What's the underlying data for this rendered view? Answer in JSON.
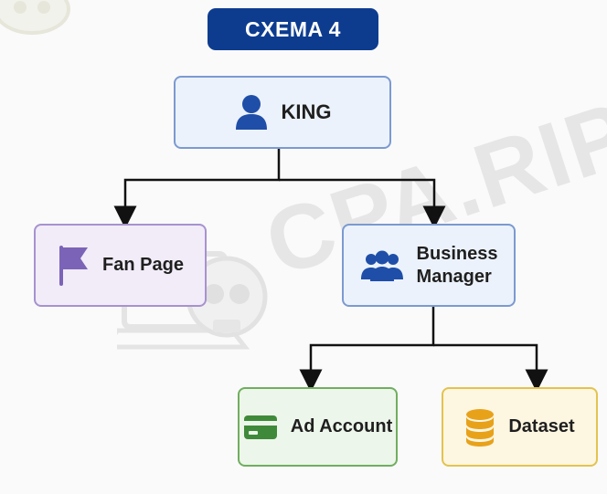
{
  "title": "CXEMA 4",
  "watermark": "CPA.RIP",
  "nodes": {
    "king": {
      "label": "KING",
      "icon": "user-icon",
      "color": "#1f4ea8"
    },
    "fan_page": {
      "label": "Fan Page",
      "icon": "flag-icon",
      "color": "#7b63b8"
    },
    "business_manager": {
      "label": "Business Manager",
      "line1": "Business",
      "line2": "Manager",
      "icon": "users-icon",
      "color": "#1f4ea8"
    },
    "ad_account": {
      "label": "Ad Account",
      "icon": "credit-card-icon",
      "color": "#3f8a3a"
    },
    "dataset": {
      "label": "Dataset",
      "icon": "database-icon",
      "color": "#e8a21a"
    }
  },
  "edges": [
    {
      "from": "KING",
      "to": "Fan Page"
    },
    {
      "from": "KING",
      "to": "Business Manager"
    },
    {
      "from": "Business Manager",
      "to": "Ad Account"
    },
    {
      "from": "Business Manager",
      "to": "Dataset"
    }
  ]
}
